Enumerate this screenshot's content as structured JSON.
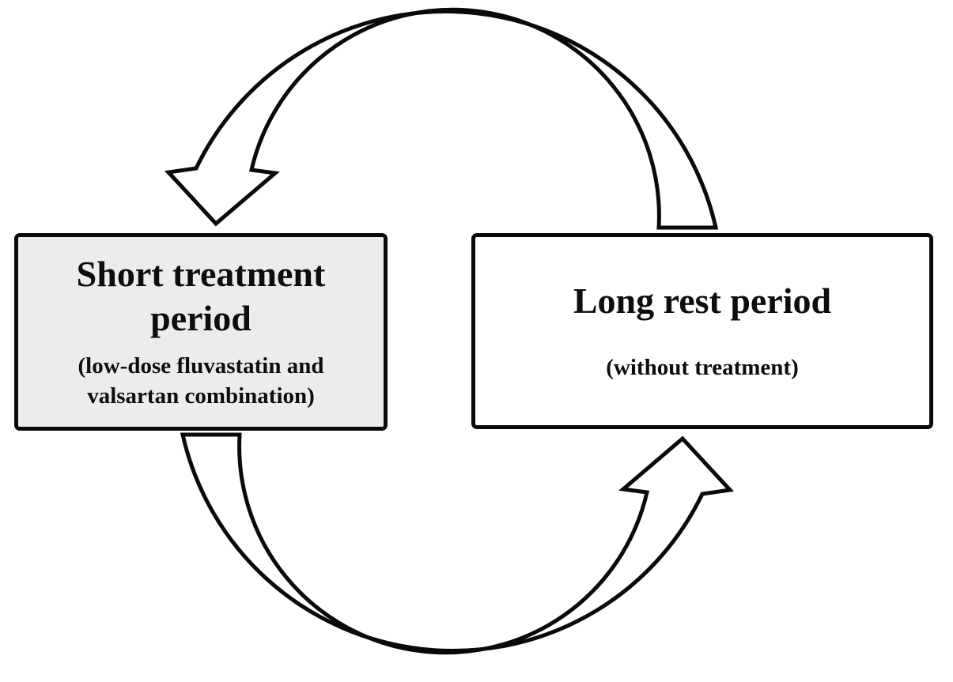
{
  "figure": {
    "type": "crossover-cycle-diagram",
    "background_color": "#ffffff",
    "line_color": "#0a0a0a"
  },
  "boxes": {
    "treatment": {
      "title": "Short treatment period",
      "subtitle": "(low-dose fluvastatin and valsartan combination)",
      "fill_color": "#ececec"
    },
    "rest": {
      "title": "Long rest period",
      "subtitle": "(without treatment)",
      "fill_color": "#ffffff"
    }
  },
  "arrows": {
    "top": {
      "from": "Long rest period",
      "to": "Short treatment period",
      "style": "hollow curved ribbon, arcs crossing at top center, head points down onto left box"
    },
    "bottom": {
      "from": "Short treatment period",
      "to": "Long rest period",
      "style": "hollow curved ribbon, arcs crossing at bottom center, head points up onto right box"
    }
  }
}
